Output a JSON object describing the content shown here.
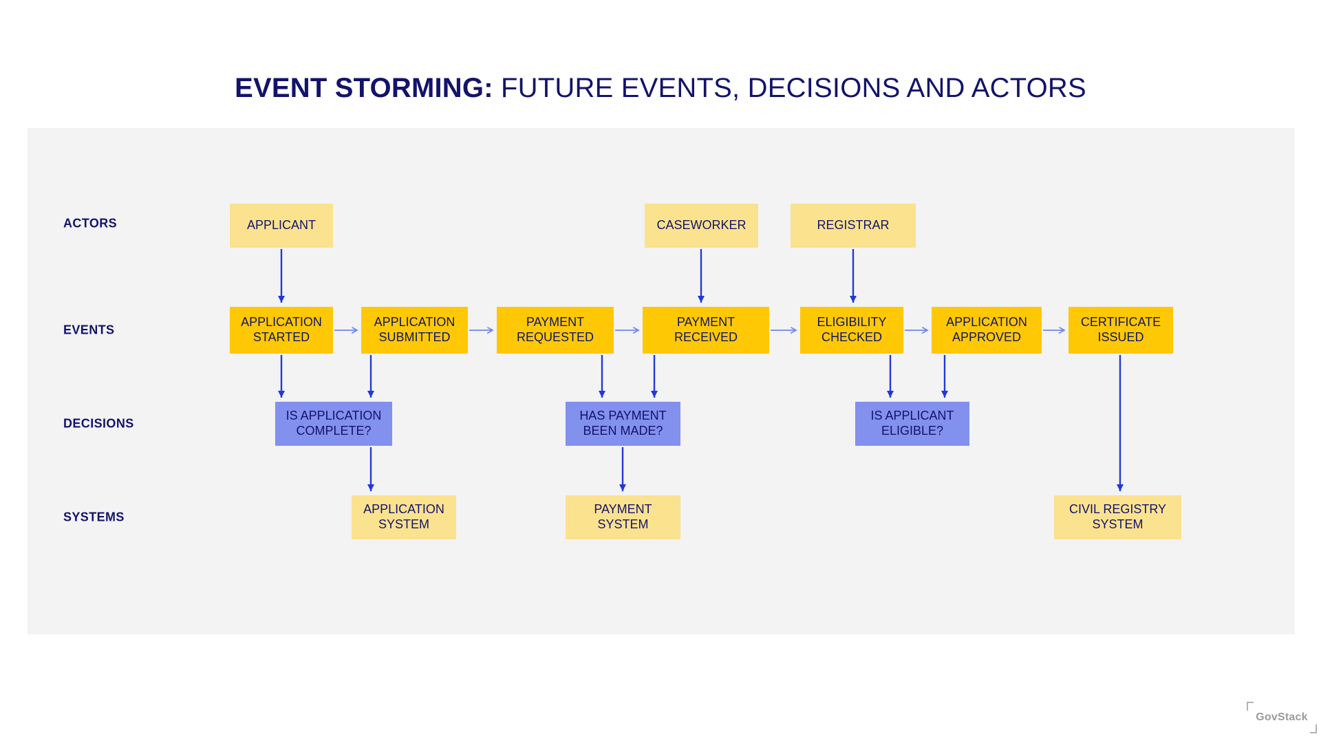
{
  "title": {
    "emphasis": "EVENT STORMING:",
    "text": "FUTURE EVENTS, DECISIONS AND ACTORS"
  },
  "row_labels": {
    "actors": "ACTORS",
    "events": "EVENTS",
    "decisions": "DECISIONS",
    "systems": "SYSTEMS"
  },
  "actors": [
    {
      "label": "APPLICANT"
    },
    {
      "label": "CASEWORKER"
    },
    {
      "label": "REGISTRAR"
    }
  ],
  "events": [
    {
      "label": "APPLICATION STARTED"
    },
    {
      "label": "APPLICATION SUBMITTED"
    },
    {
      "label": "PAYMENT REQUESTED"
    },
    {
      "label": "PAYMENT RECEIVED"
    },
    {
      "label": "ELIGIBILITY CHECKED"
    },
    {
      "label": "APPLICATION APPROVED"
    },
    {
      "label": "CERTIFICATE ISSUED"
    }
  ],
  "decisions": [
    {
      "label": "IS APPLICATION COMPLETE?"
    },
    {
      "label": "HAS PAYMENT BEEN MADE?"
    },
    {
      "label": "IS APPLICANT ELIGIBLE?"
    }
  ],
  "systems": [
    {
      "label": "APPLICATION SYSTEM"
    },
    {
      "label": "PAYMENT SYSTEM"
    },
    {
      "label": "CIVIL REGISTRY SYSTEM"
    }
  ],
  "colors": {
    "title_navy": "#13136b",
    "panel_gray": "#f3f3f3",
    "actor_system_yellow": "#fbe28e",
    "event_gold": "#ffc805",
    "decision_periwinkle": "#8290ee",
    "arrow_dark_blue": "#2139d6",
    "arrow_light_blue": "#6c87f0",
    "logo_gray": "#9b9b9b"
  },
  "footer": {
    "logo_text": "GovStack"
  }
}
